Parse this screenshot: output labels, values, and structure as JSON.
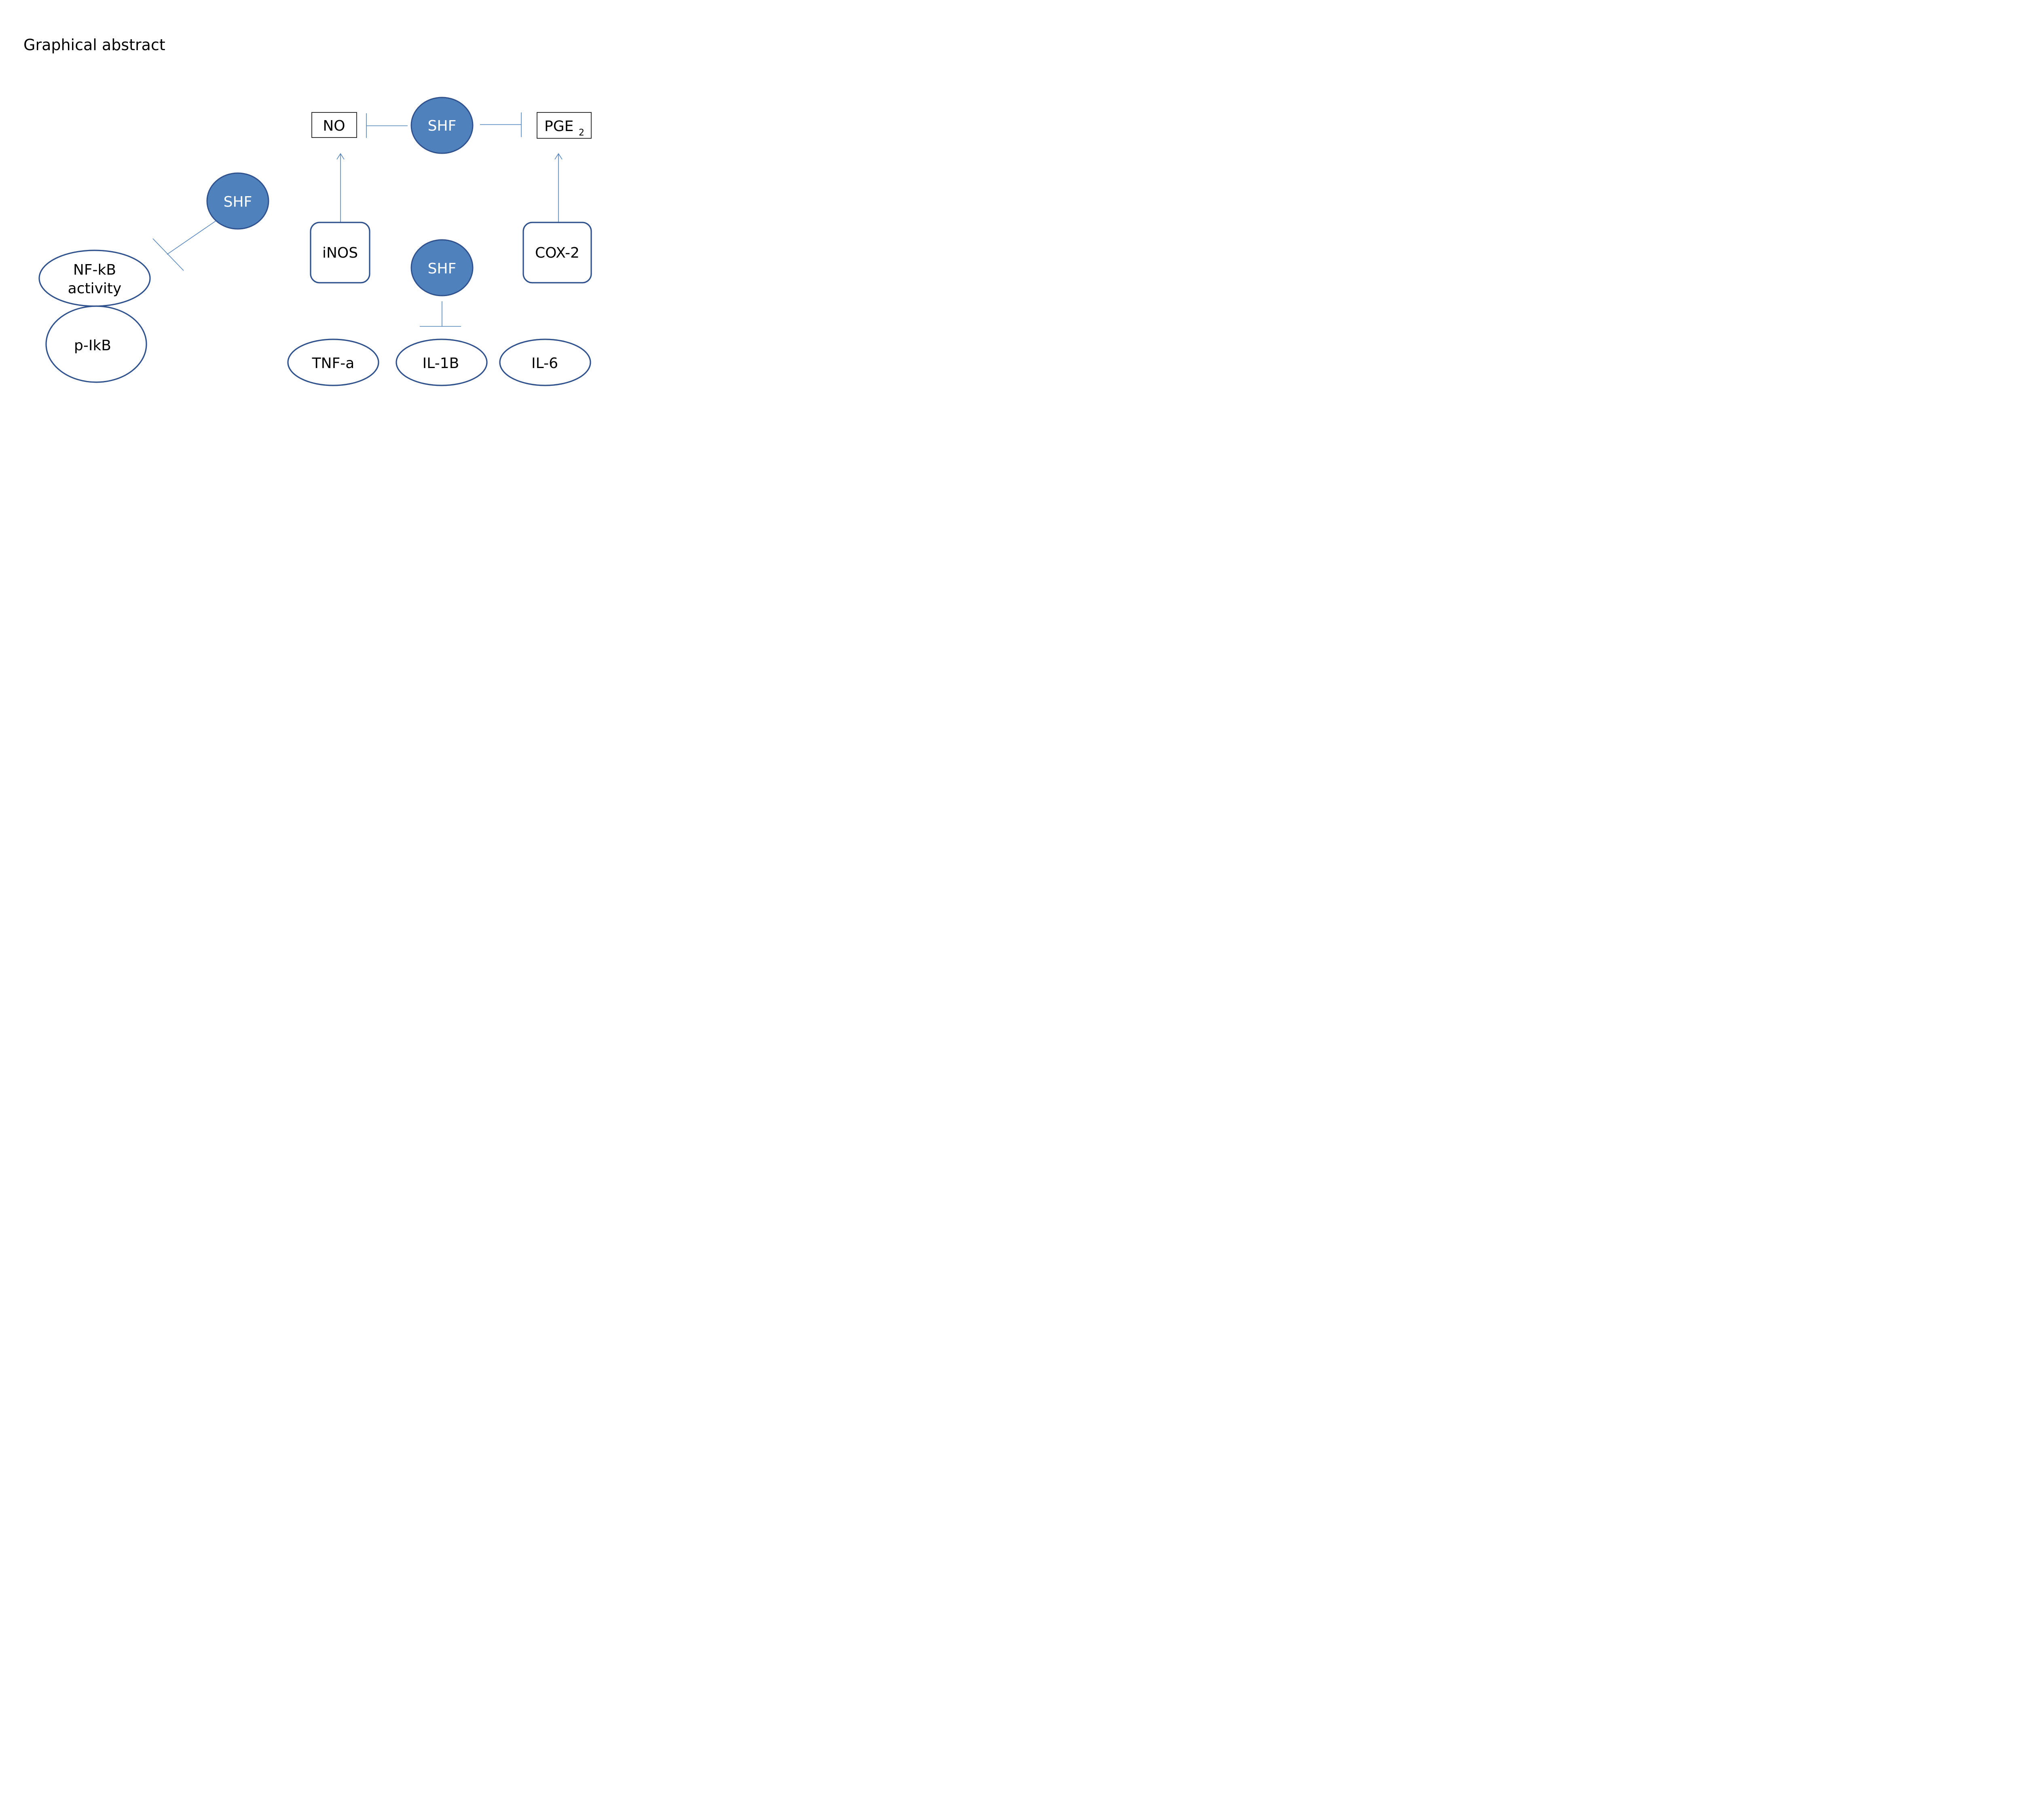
{
  "title": "Graphical abstract",
  "colors": {
    "shf_fill": "#4f81bd",
    "node_outline": "#2f528f",
    "edge": "#4f81bd",
    "text": "#000000",
    "shf_text": "#ffffff",
    "background": "#ffffff"
  },
  "nodes": {
    "shf_top": "SHF",
    "shf_left": "SHF",
    "shf_center": "SHF",
    "no": "NO",
    "pge2": "PGE",
    "pge2_subscript": "2",
    "inos": "iNOS",
    "cox2": "COX-2",
    "nfkb_line1": "NF-kB",
    "nfkb_line2": "activity",
    "pikb": "p-IkB",
    "tnfa": "TNF-a",
    "il1b": "IL-1B",
    "il6": "IL-6"
  },
  "edges": [
    {
      "from": "shf_top",
      "to": "no",
      "kind": "inhibition"
    },
    {
      "from": "shf_top",
      "to": "pge2",
      "kind": "inhibition"
    },
    {
      "from": "inos",
      "to": "no",
      "kind": "activation"
    },
    {
      "from": "cox2",
      "to": "pge2",
      "kind": "activation"
    },
    {
      "from": "shf_left",
      "to": "nfkb",
      "kind": "inhibition"
    },
    {
      "from": "shf_center",
      "to": "il1b",
      "kind": "inhibition"
    }
  ]
}
